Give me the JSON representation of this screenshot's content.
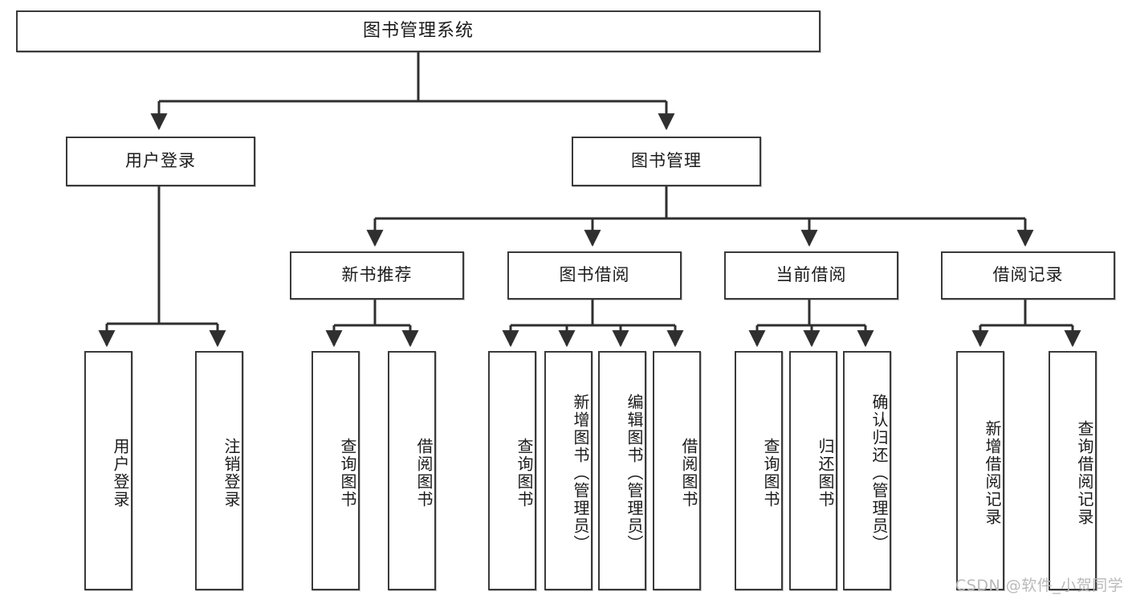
{
  "diagram": {
    "title": "图书管理系统",
    "type": "tree-hierarchy-chart",
    "levels": 4,
    "nodes": {
      "root": {
        "label": "图书管理系统"
      },
      "level2": [
        {
          "id": "user-login",
          "label": "用户登录"
        },
        {
          "id": "book-manage",
          "label": "图书管理"
        }
      ],
      "level3": [
        {
          "id": "new-book-recommend",
          "label": "新书推荐"
        },
        {
          "id": "book-borrow",
          "label": "图书借阅"
        },
        {
          "id": "current-borrow",
          "label": "当前借阅"
        },
        {
          "id": "borrow-record",
          "label": "借阅记录"
        }
      ],
      "leaves": {
        "user-login": [
          {
            "id": "leaf-user-login",
            "label": "用户登录"
          },
          {
            "id": "leaf-logout-login",
            "label": "注销登录"
          }
        ],
        "new-book-recommend": [
          {
            "id": "leaf-query-book-1",
            "label": "查询图书"
          },
          {
            "id": "leaf-borrow-book-1",
            "label": "借阅图书"
          }
        ],
        "book-borrow": [
          {
            "id": "leaf-query-book-2",
            "label": "查询图书"
          },
          {
            "id": "leaf-add-book",
            "label": "新增图书（管理员）"
          },
          {
            "id": "leaf-edit-book",
            "label": "编辑图书（管理员）"
          },
          {
            "id": "leaf-borrow-book-2",
            "label": "借阅图书"
          }
        ],
        "current-borrow": [
          {
            "id": "leaf-query-book-3",
            "label": "查询图书"
          },
          {
            "id": "leaf-return-book",
            "label": "归还图书"
          },
          {
            "id": "leaf-confirm-return",
            "label": "确认归还（管理员）"
          }
        ],
        "borrow-record": [
          {
            "id": "leaf-add-record",
            "label": "新增借阅记录"
          },
          {
            "id": "leaf-query-record",
            "label": "查询借阅记录"
          }
        ]
      }
    },
    "colors": {
      "border": "#3a3a3a",
      "edge": "#2f2f2f",
      "background": "#ffffff",
      "text": "#1b1b1b",
      "watermark": "#b9b9b9"
    }
  },
  "watermark": {
    "text": "CSDN @软件_小贺同学"
  }
}
